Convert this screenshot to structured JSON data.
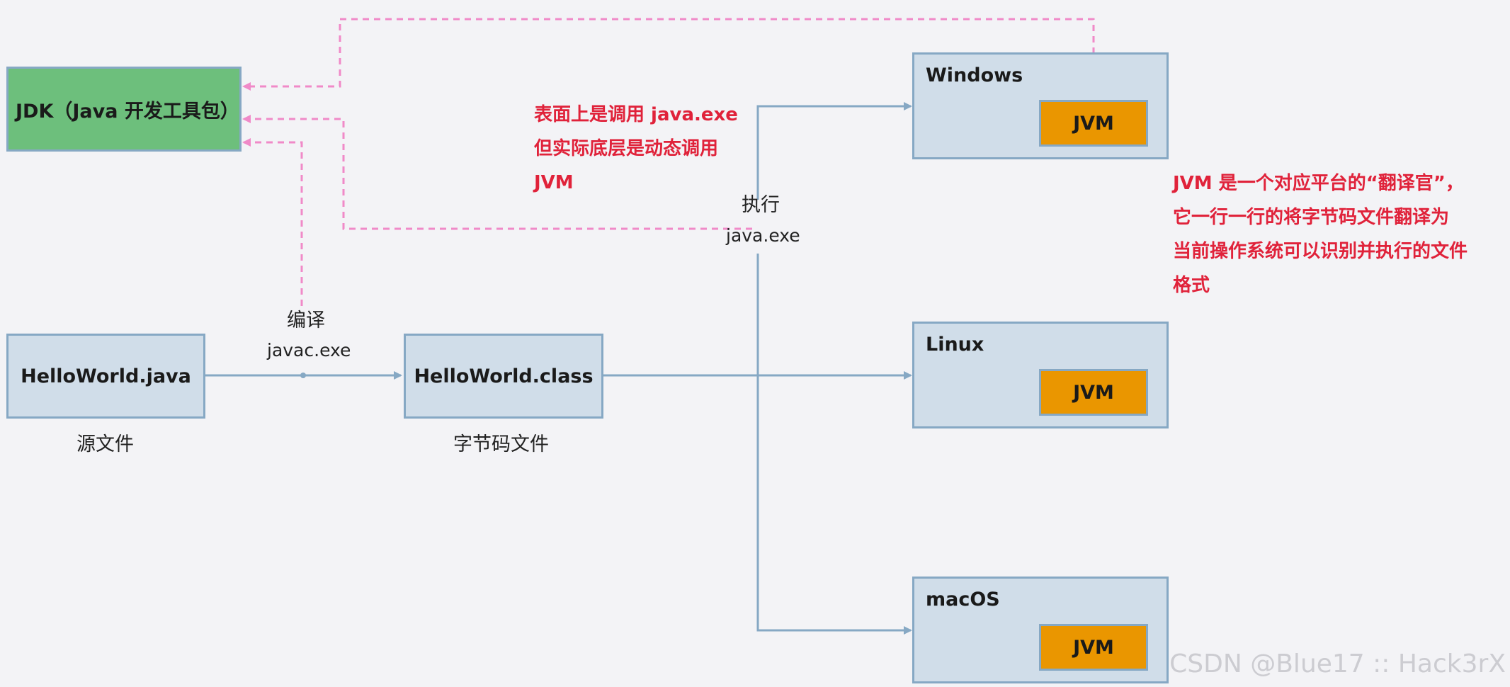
{
  "nodes": {
    "jdk": "JDK（Java 开发工具包）",
    "source_file": "HelloWorld.java",
    "class_file": "HelloWorld.class"
  },
  "labels": {
    "source_caption": "源文件",
    "class_caption": "字节码文件",
    "compile": "编译",
    "compile_cmd": "javac.exe",
    "execute": "执行",
    "execute_cmd": "java.exe"
  },
  "platforms": [
    {
      "name": "Windows",
      "vm": "JVM"
    },
    {
      "name": "Linux",
      "vm": "JVM"
    },
    {
      "name": "macOS",
      "vm": "JVM"
    }
  ],
  "notes": {
    "java_exe": [
      "表面上是调用 java.exe",
      "但实际底层是动态调用",
      "JVM"
    ],
    "jvm": [
      "JVM 是一个对应平台的“翻译官”，",
      "它一行一行的将字节码文件翻译为",
      "当前操作系统可以识别并执行的文件",
      "格式"
    ]
  },
  "watermark": "CSDN @Blue17 :: Hack3rX",
  "colors": {
    "background": "#f3f3f6",
    "box_fill": "#d0dde9",
    "box_border": "#86a8c4",
    "jdk_fill": "#6dbf7c",
    "jvm_fill": "#ea9600",
    "solid_arrow": "#86a8c4",
    "dashed_arrow": "#f08ac8",
    "note_text": "#e0223a"
  }
}
